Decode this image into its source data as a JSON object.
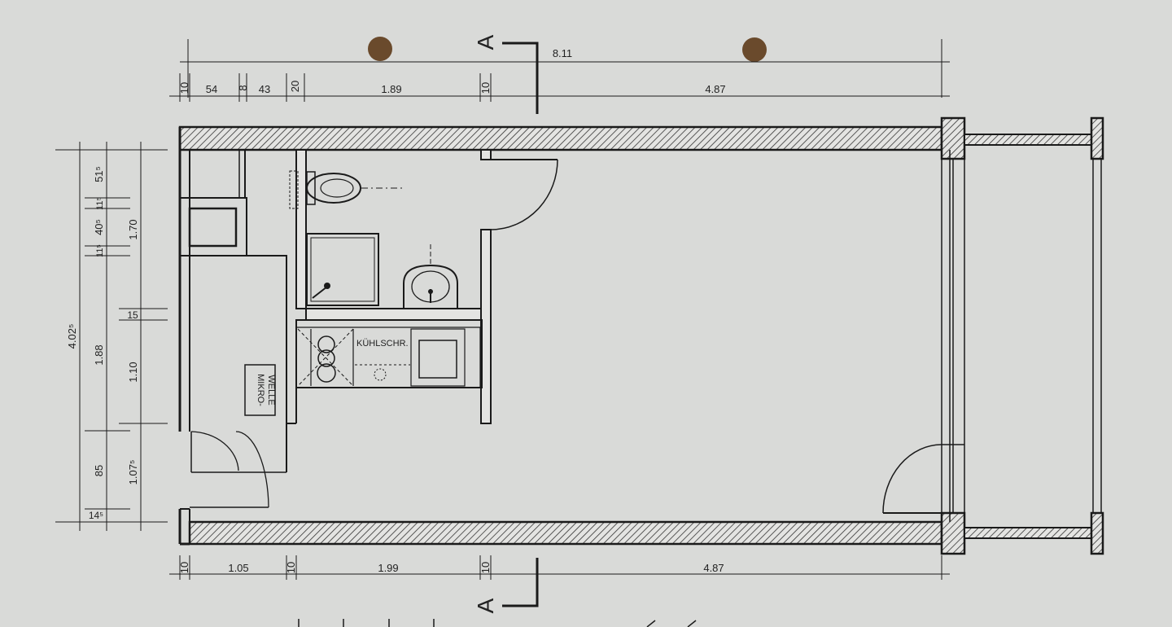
{
  "dimensions": {
    "top_total": "8.11",
    "top_segments": [
      "10",
      "54",
      "8",
      "43",
      "20",
      "1.89",
      "10",
      "4.87"
    ],
    "bottom_segments": [
      "10",
      "1.05",
      "10",
      "1.99",
      "10",
      "4.87"
    ],
    "left_inner": [
      "51⁵",
      "11⁵",
      "40⁵",
      "11⁵",
      "85",
      "14⁵"
    ],
    "left_mid": [
      "1.70",
      "15",
      "1.10",
      "1.07⁵"
    ],
    "left_total": "4.02⁵",
    "left_second": "1.88"
  },
  "labels": {
    "fridge": "KÜHLSCHR.",
    "microwave_line1": "MIKRO-",
    "microwave_line2": "WELLE",
    "section_marker": "A"
  },
  "colors": {
    "paper": "#d9dad8",
    "ink": "#1a1a1a",
    "hole": "#6a4a2c"
  }
}
